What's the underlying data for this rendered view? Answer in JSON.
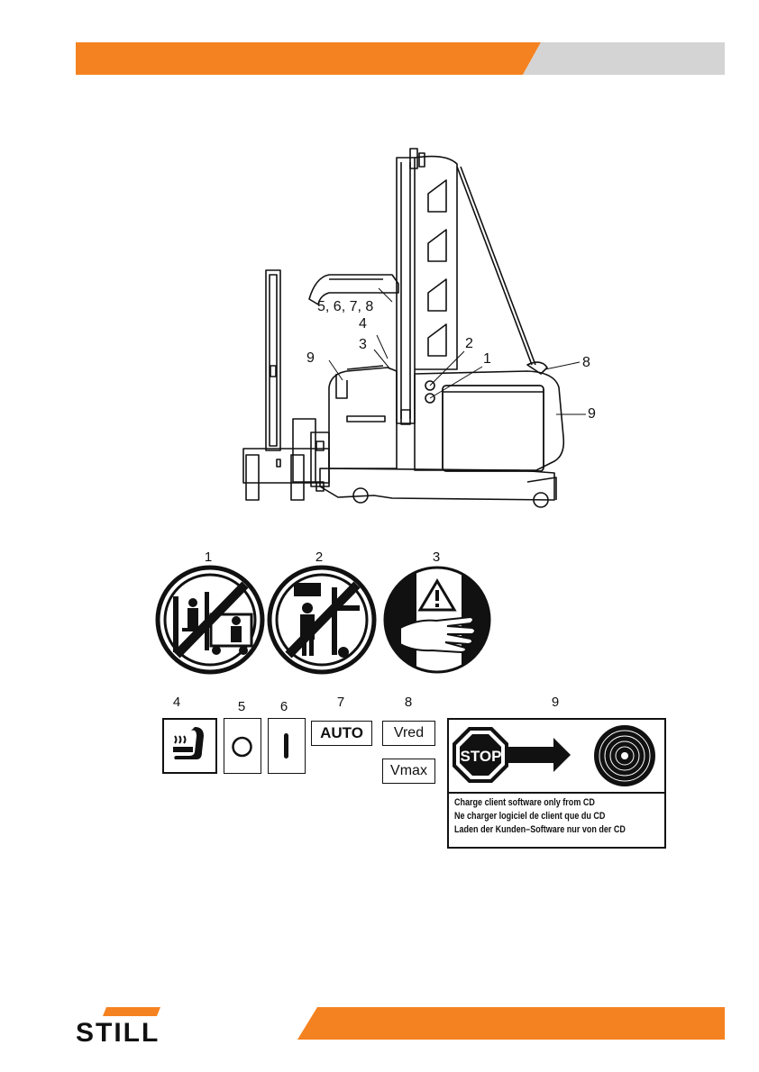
{
  "header": {
    "orange_color": "#F58220",
    "gray_color": "#D4D4D4"
  },
  "truck_callouts": {
    "c5678": "5, 6, 7, 8",
    "c4": "4",
    "c3": "3",
    "c9_left": "9",
    "c2": "2",
    "c1": "1",
    "c8": "8",
    "c9_right": "9"
  },
  "signs": [
    {
      "number": "1",
      "icon": "no-riding-on-forks-icon"
    },
    {
      "number": "2",
      "icon": "no-standing-under-load-icon"
    },
    {
      "number": "3",
      "icon": "hand-crush-warning-icon"
    }
  ],
  "labels": {
    "n4": "4",
    "n5": "5",
    "n6": "6",
    "n7": "7",
    "n8": "8",
    "n9": "9",
    "seat_icon": "seat-heating-icon",
    "auto": "AUTO",
    "vred": "Vred",
    "vmax": "Vmax",
    "stop": "STOP",
    "cd_lines": [
      "Charge client software only from  CD",
      "Ne charger logiciel de client que du CD",
      "Laden der Kunden–Software nur von der CD"
    ]
  },
  "footer": {
    "brand": "STILL",
    "accent": "#F58220"
  }
}
